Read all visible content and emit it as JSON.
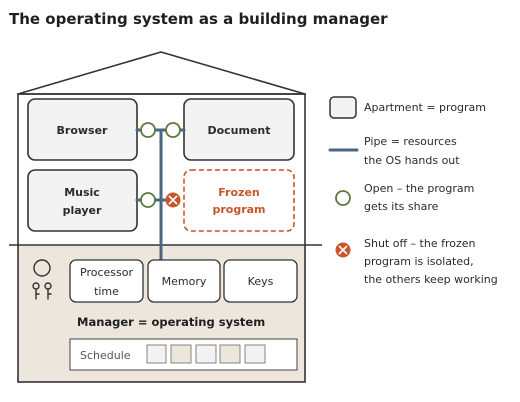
{
  "title": "The operating system as a building manager",
  "apartments": {
    "browser": "Browser",
    "document": "Document",
    "music_line1": "Music",
    "music_line2": "player",
    "frozen_line1": "Frozen",
    "frozen_line2": "program"
  },
  "basement": {
    "resources": {
      "processor_line1": "Processor",
      "processor_line2": "time",
      "memory": "Memory",
      "keys": "Keys"
    },
    "manager_label": "Manager = operating system",
    "schedule_label": "Schedule"
  },
  "legend": {
    "apartment": "Apartment = program",
    "pipe_line1": "Pipe = resources",
    "pipe_line2": "the OS hands out",
    "open_line1": "Open – the program",
    "open_line2": "gets its share",
    "shutoff_line1": "Shut off – the frozen",
    "shutoff_line2": "program is isolated,",
    "shutoff_line3": "the others keep working"
  },
  "colors": {
    "pipe": "#4a6680",
    "valve_open": "#5a7a3a",
    "valve_shut": "#c5572a",
    "frozen": "#c5572a",
    "basement": "#ede6dc",
    "apartment_fill": "#f3f3f3",
    "outline": "#333333"
  }
}
